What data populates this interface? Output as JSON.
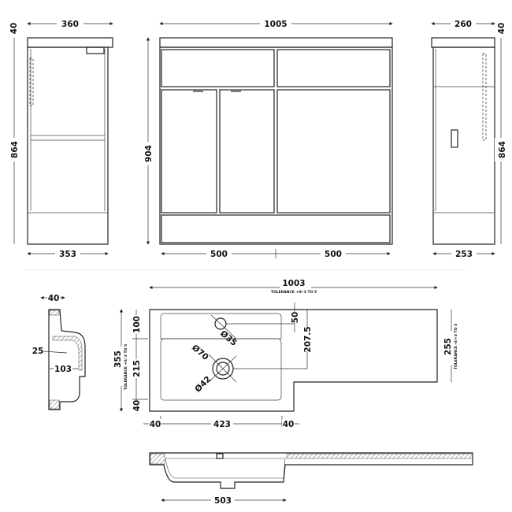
{
  "side_view_left": {
    "top_width": "360",
    "top_thickness": "40",
    "height": "864",
    "base_width": "353"
  },
  "front_view": {
    "overall_width": "1005",
    "overall_height": "904",
    "left_width": "500",
    "right_width": "500"
  },
  "side_view_right": {
    "top_width": "260",
    "top_thickness": "40",
    "height": "864",
    "base_width": "253"
  },
  "basin_section": {
    "rim": "40",
    "depth_offset": "25",
    "bowl_depth": "103"
  },
  "basin_plan": {
    "overall_width": "1003",
    "width_tolerance": "TOLERANCE +0/-3 TO 5",
    "overall_depth": "355",
    "depth_tolerance": "TOLERANCE +0/-3 TO 5",
    "back_to_bowl": "100",
    "bowl_depth": "215",
    "front_margin": "40",
    "left_margin": "40",
    "bowl_width": "423",
    "right_margin": "40",
    "tap_offset": "50",
    "waste_offset": "207.5",
    "tap_hole": "Ø35",
    "waste_outer": "Ø70",
    "waste_inner": "Ø42",
    "return_depth": "255",
    "return_tolerance": "TOLERANCE -0/+3 TO 5"
  },
  "front_section": {
    "bowl_width": "503"
  }
}
